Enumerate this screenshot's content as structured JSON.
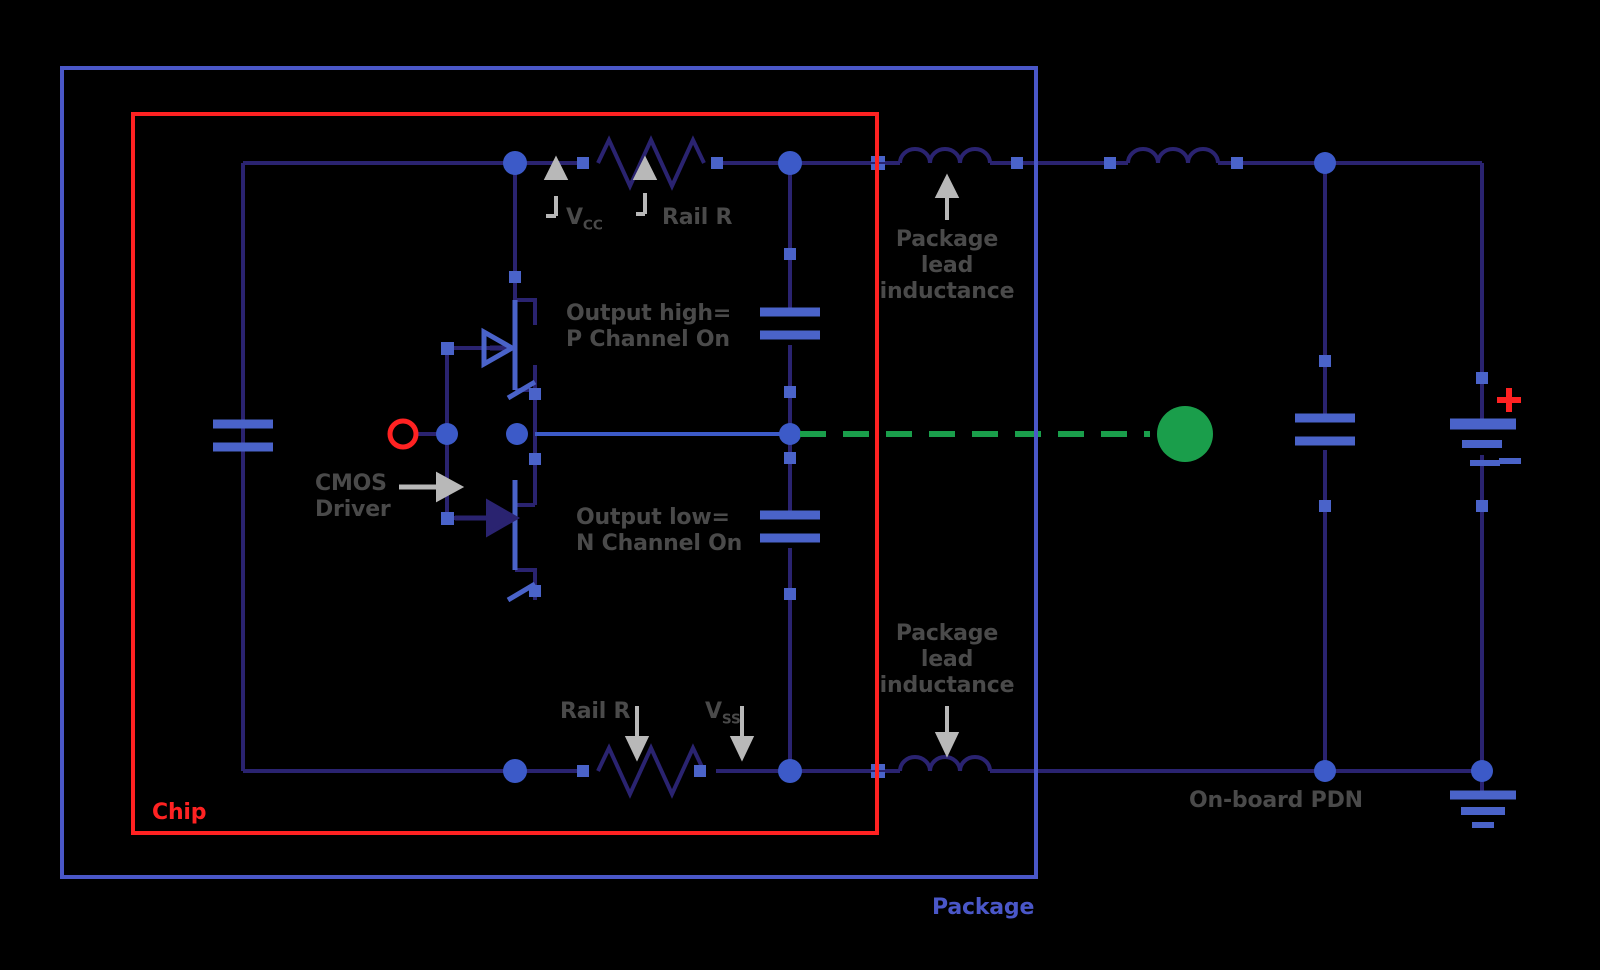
{
  "diagram": {
    "title": "CMOS driver with chip, package and on-board PDN",
    "background": "#000000"
  },
  "colors": {
    "wire": "#2a2370",
    "node": "#3c5ac8",
    "component": "#4a63c9",
    "chip_boundary": "#ff2222",
    "package_boundary": "#4a57c8",
    "signal_green": "#1a9e4b",
    "label_gray": "#4a4a4a",
    "label_red": "#ff2222",
    "label_blue": "#4a57c8",
    "plus_sign": "#ff2222",
    "minus_sign": "#4a63c9"
  },
  "boundaries": {
    "chip_label": "Chip",
    "package_label": "Package"
  },
  "labels": {
    "vcc": "V",
    "vcc_sub": "CC",
    "rail_r_top": "Rail R",
    "rail_r_bottom": "Rail R",
    "vss": "V",
    "vss_sub": "SS",
    "output_high": "Output high=\nP Channel On",
    "output_low": "Output low=\nN Channel On",
    "cmos_driver": "CMOS\nDriver",
    "package_lead_inductance_top": "Package\nlead\ninductance",
    "package_lead_inductance_bottom": "Package\nlead\ninductance",
    "onboard_pdn": "On-board PDN",
    "battery_plus": "+",
    "battery_minus": "–"
  },
  "components": {
    "resistors": [
      {
        "name": "rail-r-top",
        "label": "Rail R"
      },
      {
        "name": "rail-r-bottom",
        "label": "Rail R"
      }
    ],
    "inductors": [
      {
        "name": "package-lead-inductor-top",
        "label": "Package lead inductance"
      },
      {
        "name": "package-lead-inductor-bottom",
        "label": "Package lead inductance"
      },
      {
        "name": "board-inductor-top",
        "label": ""
      }
    ],
    "capacitors": [
      {
        "name": "on-die-input-capacitor"
      },
      {
        "name": "on-die-capacitor-upper"
      },
      {
        "name": "on-die-capacitor-lower"
      },
      {
        "name": "board-decoupling-capacitor"
      }
    ],
    "transistors": [
      {
        "name": "pmos-transistor",
        "type": "P Channel"
      },
      {
        "name": "nmos-transistor",
        "type": "N Channel"
      }
    ],
    "battery": {
      "name": "supply-battery",
      "plus": "+",
      "minus": "–"
    },
    "ground": {
      "name": "ground-symbol"
    },
    "input_terminal": {
      "name": "driver-input-terminal"
    },
    "probe_node": {
      "name": "green-probe-node"
    }
  }
}
